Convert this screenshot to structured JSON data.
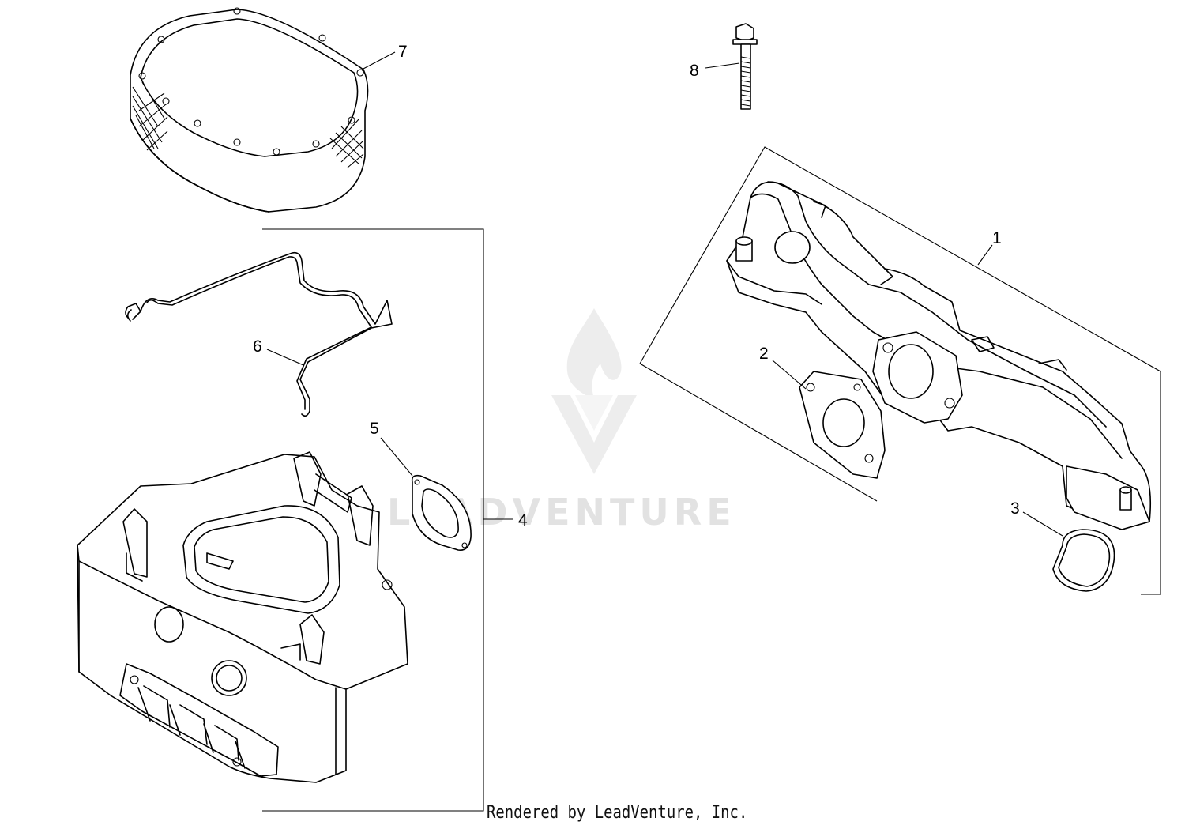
{
  "watermark": {
    "brand": "LEADVENTURE",
    "color": "#e2e2e2"
  },
  "footer": {
    "text": "Rendered by LeadVenture, Inc."
  },
  "callouts": [
    {
      "id": "1",
      "label": "1",
      "part": "intake-manifold"
    },
    {
      "id": "2",
      "label": "2",
      "part": "manifold-gasket"
    },
    {
      "id": "3",
      "label": "3",
      "part": "o-ring-seal"
    },
    {
      "id": "4",
      "label": "4",
      "part": "air-cleaner-base-assembly"
    },
    {
      "id": "5",
      "label": "5",
      "part": "base-gasket"
    },
    {
      "id": "6",
      "label": "6",
      "part": "retaining-wire-clip"
    },
    {
      "id": "7",
      "label": "7",
      "part": "air-filter-element"
    },
    {
      "id": "8",
      "label": "8",
      "part": "flange-bolt"
    }
  ]
}
